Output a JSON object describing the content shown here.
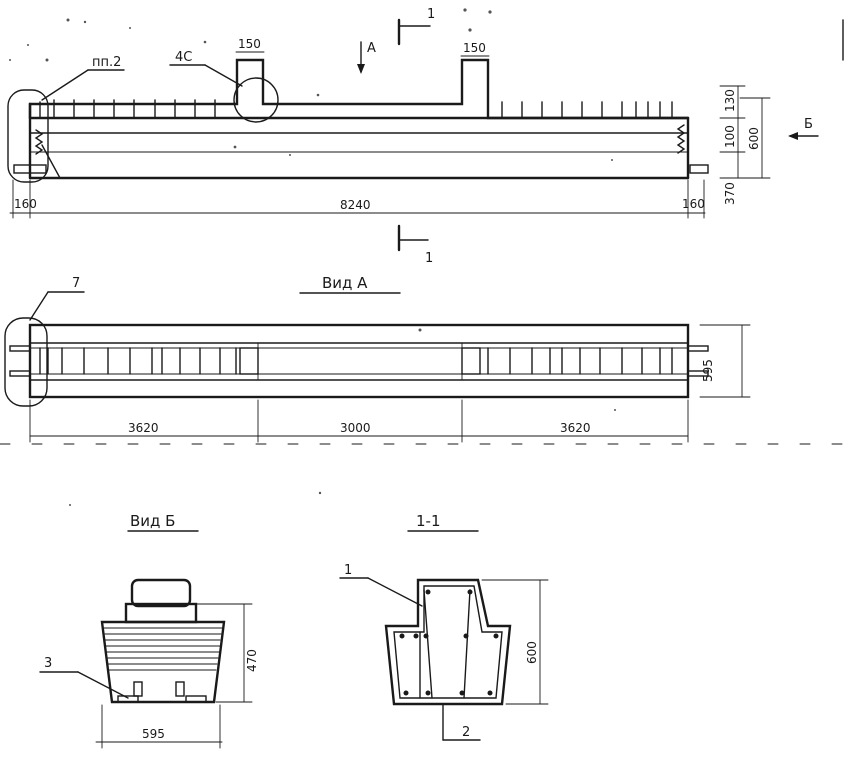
{
  "elevation": {
    "section_mark_top": "1",
    "section_mark_bottom": "1",
    "view_a_arrow": "A",
    "view_b_arrow": "Б",
    "callout_pp2": "пп.2",
    "callout_4c": "4С",
    "dim_150_left": "150",
    "dim_150_right": "150",
    "dim_130": "130",
    "dim_100": "100",
    "dim_370": "370",
    "dim_600": "600",
    "dim_160_left": "160",
    "dim_8240": "8240",
    "dim_160_right": "160"
  },
  "view_a": {
    "title": "Вид А",
    "callout_7": "7",
    "dim_595": "595",
    "dim_3620_left": "3620",
    "dim_3000": "3000",
    "dim_3620_right": "3620"
  },
  "view_b": {
    "title": "Вид Б",
    "callout_3": "3",
    "dim_470": "470",
    "dim_595": "595"
  },
  "section_1_1": {
    "title": "1-1",
    "callout_1": "1",
    "callout_2": "2",
    "dim_600": "600"
  }
}
